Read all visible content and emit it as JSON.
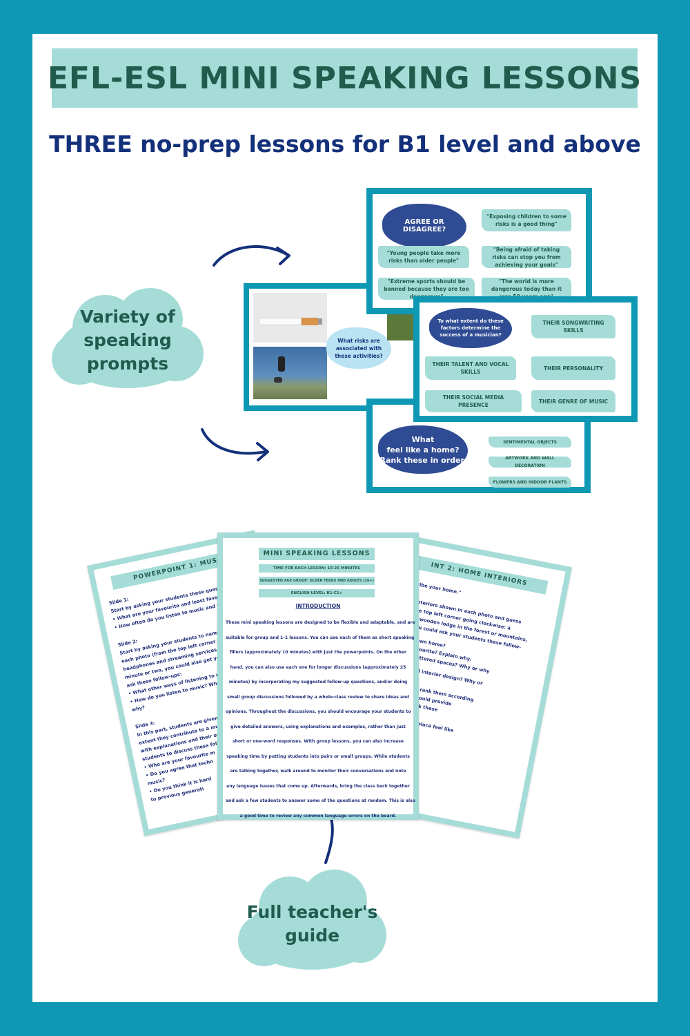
{
  "header": {
    "title": "EFL-ESL MINI SPEAKING LESSONS",
    "subtitle": "THREE no-prep lessons for B1 level and above"
  },
  "clouds": {
    "prompts_line1": "Variety of",
    "prompts_line2": "speaking",
    "prompts_line3": "prompts",
    "guide_line1": "Full teacher's",
    "guide_line2": "guide"
  },
  "slide_agree": {
    "cloud": "AGREE OR DISAGREE?",
    "statements": [
      "\"Exposing children to some risks is a good thing\"",
      "\"Young people take more risks than older people\"",
      "\"Being afraid of taking risks can stop you from achieving your goals\"",
      "\"Extreme sports should be banned because they are too dangerous\"",
      "\"The world is more dangerous today than it was 50 years ago\""
    ]
  },
  "slide_risks": {
    "question": "What risks are associated with these activities?"
  },
  "slide_home": {
    "cloud_line1": "What",
    "cloud_line2": "feel like a home?",
    "cloud_line3": "Rank these in order.",
    "items": [
      "SENTIMENTAL OBJECTS",
      "ARTWORK AND WALL DECORATION",
      "FLOWERS AND INDOOR PLANTS"
    ]
  },
  "slide_music": {
    "question": "To what extent do these factors determine the success of a musician?",
    "factors": [
      "THEIR SONGWRITING SKILLS",
      "THEIR TALENT AND VOCAL SKILLS",
      "THEIR PERSONALITY",
      "THEIR SOCIAL MEDIA PRESENCE",
      "THEIR GENRE OF MUSIC"
    ]
  },
  "doc_left": {
    "heading": "POWERPOINT 1: MUSIC PR",
    "lines": [
      "Slide 1:",
      "Start by asking your students these questions.",
      "• What are your favourite and least favourite mu",
      "• How often do you listen to music and when?",
      "",
      "",
      "Slide 2:",
      "Start by asking your students to name the diffe",
      "each photo (from the top left corner going cl",
      "headphones and streaming services, vinyl). If",
      "minute or two, you could also get your stud",
      "ask these follow-ups:",
      "• What other ways of listening to music",
      "• How do you listen to music? What is",
      "  why?",
      "",
      "",
      "Slide 3:",
      "In this part, students are given fiv",
      "extent they contribute to a music",
      "with explanations and their own",
      "students to discuss these follow",
      "• Who are your favourite m",
      "• Do you agree that techn",
      "  music?",
      "• Do you think it is hard",
      "  to previous generati"
    ]
  },
  "doc_right": {
    "heading": "INT 2: HOME INTERIORS",
    "lines": [
      "",
      "escribe your home.\"",
      "",
      "",
      "the interiors shown in each photo and guess",
      "om the top left corner going clockwise: a",
      "city, a wooden lodge in the forest or mountains,",
      "ext, you could ask your students these follow-",
      "",
      "e your own home?",
      "least favourite? Explain why.",
      "n less cluttered spaces? Why or why",
      "",
      "-fashioned interior design? Why or",
      "",
      "",
      "re asked to rank them according",
      "me. They should provide",
      "you could ask these",
      "",
      "",
      "ay to make a place feel like"
    ]
  },
  "doc_center": {
    "title": "MINI SPEAKING LESSONS",
    "time": "TIME FOR EACH LESSON: 10-25 MINUTES",
    "age": "SUGGESTED AGE GROUP: OLDER TEENS AND ADULTS (16+)",
    "level": "ENGLISH LEVEL: B1-C1+",
    "intro_heading": "INTRODUCTION",
    "lines": [
      "These mini speaking lessons are designed to be flexible and adaptable, and are",
      "suitable for group and 1-1 lessons. You can use each of them as short speaking",
      "fillers (approximately 10 minutes) with just the powerpoints. On the other",
      "hand, you can also use each one for longer discussions (approximately 25",
      "minutes) by incorporating my suggested follow-up questions, and/or doing",
      "small group discussions followed by a whole-class review to share ideas and",
      "opinions. Throughout the discussions, you should encourage your students to",
      "give detailed answers, using explanations and examples, rather than just",
      "short or one-word responses. With group lessons, you can also increase",
      "speaking time by putting students into pairs or small groups. While students",
      "are talking together, walk around to monitor their conversations and note",
      "any language issues that come up. Afterwards, bring the class back together",
      "and ask a few students to answer some of the questions at random. This is also",
      "a good time to review any common language errors on the board."
    ]
  },
  "icons": [
    "curved-arrow-icon",
    "cigarette-photo",
    "skydiving-photo",
    "plant-photo"
  ],
  "colors": {
    "frame": "#0e98b3",
    "mint": "#a5dcd7",
    "dark_green": "#1f5c4d",
    "navy": "#13307a",
    "cloud_blue": "#2f4b93"
  }
}
